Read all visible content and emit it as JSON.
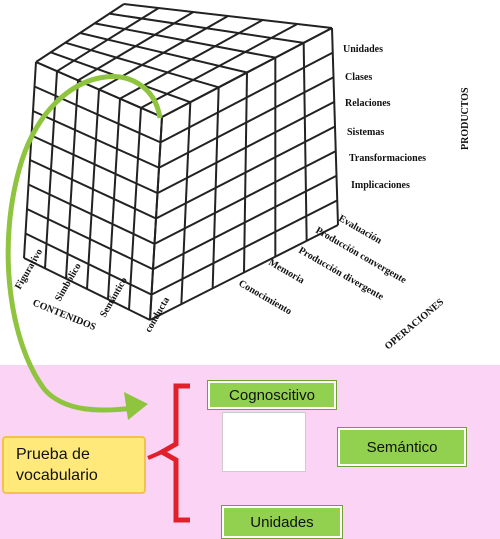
{
  "cube": {
    "productos_title": "PRODUCTOS",
    "productos": [
      "Unidades",
      "Clases",
      "Relaciones",
      "Sistemas",
      "Transformaciones",
      "Implicaciones"
    ],
    "operaciones_title": "OPERACIONES",
    "operaciones": [
      "Evaluación",
      "Producción convergente",
      "Producción divergente",
      "Memoria",
      "Conocimiento"
    ],
    "contenidos_title": "CONTENIDOS",
    "contenidos": [
      "Figurativo",
      "Simbólico",
      "Semántico",
      "conducta"
    ]
  },
  "mapping": {
    "prueba_line1": "Prueba de",
    "prueba_line2": "vocabulario",
    "cognoscitivo": "Cognoscitivo",
    "semantico": "Semántico",
    "unidades": "Unidades"
  },
  "colors": {
    "green_box": "#92d050",
    "yellow_box": "#ffe97a",
    "bracket": "#e0202a",
    "arrow": "#8fc43f",
    "background": "#fbd3f4"
  }
}
